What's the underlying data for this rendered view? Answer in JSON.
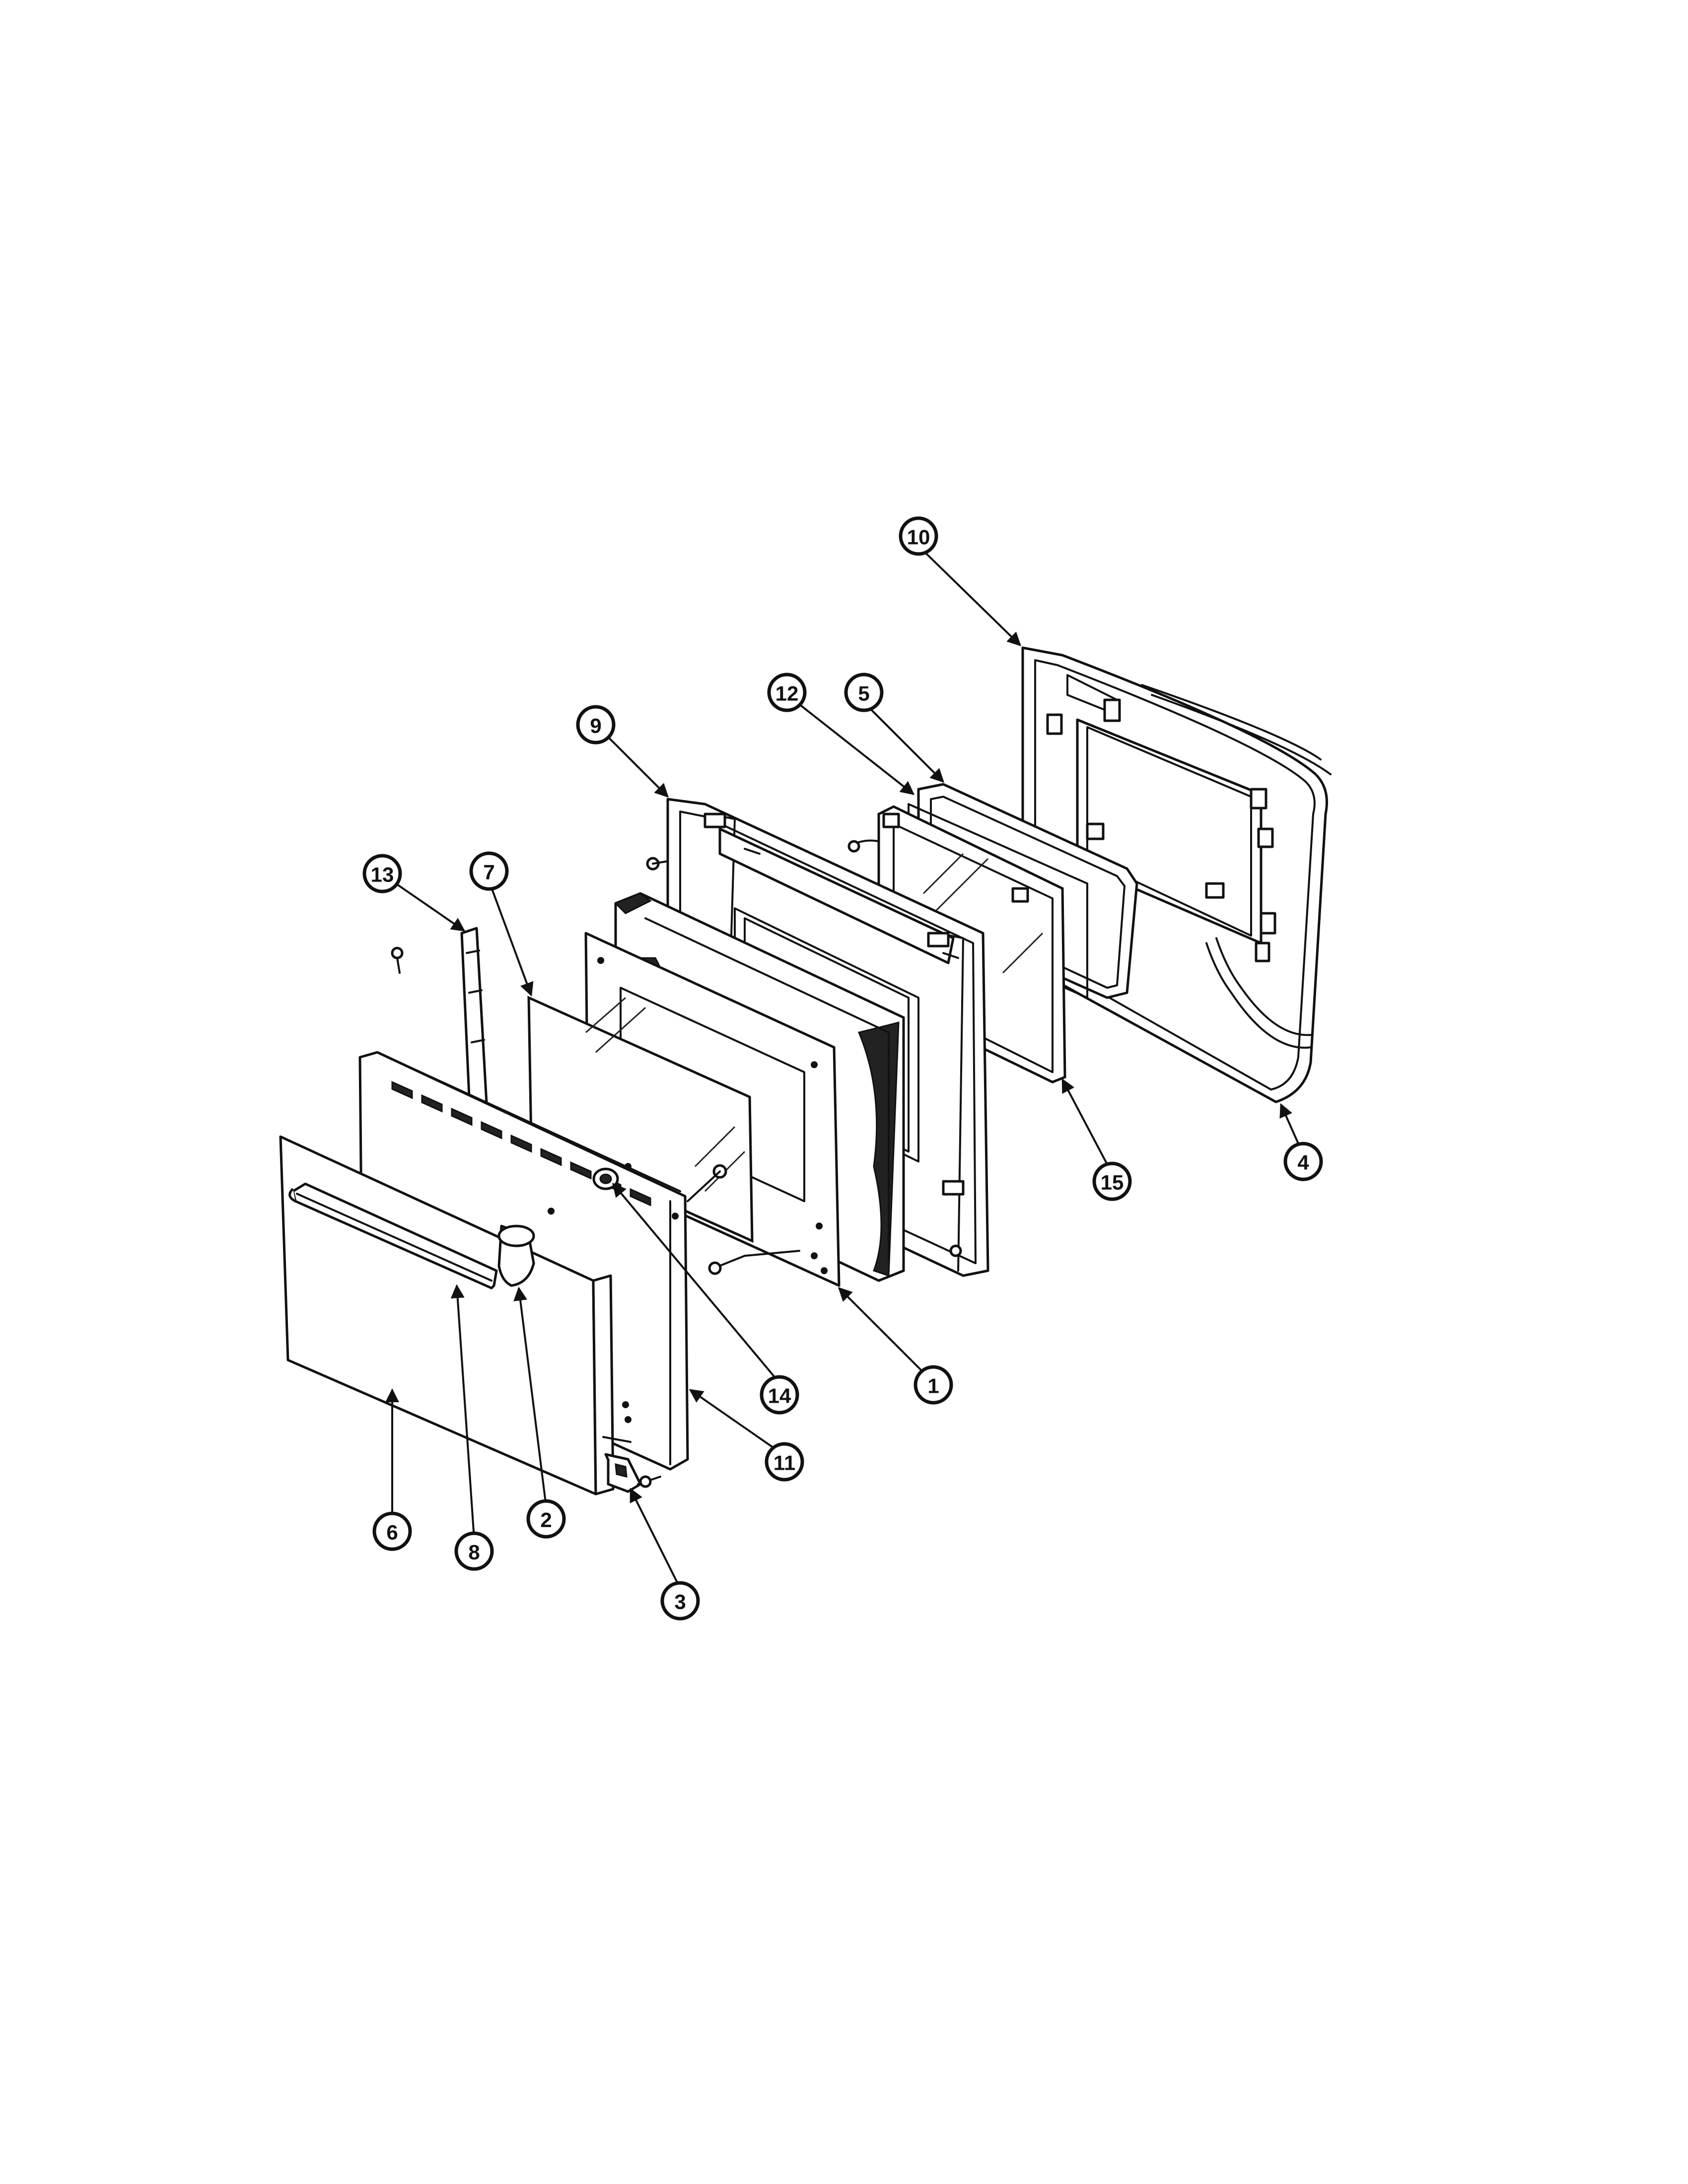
{
  "colors": {
    "ink": "#111111",
    "paper": "#ffffff"
  },
  "callouts": [
    {
      "id": "1",
      "label": "1"
    },
    {
      "id": "2",
      "label": "2"
    },
    {
      "id": "3",
      "label": "3"
    },
    {
      "id": "4",
      "label": "4"
    },
    {
      "id": "5",
      "label": "5"
    },
    {
      "id": "6",
      "label": "6"
    },
    {
      "id": "7",
      "label": "7"
    },
    {
      "id": "8",
      "label": "8"
    },
    {
      "id": "9",
      "label": "9"
    },
    {
      "id": "10",
      "label": "10"
    },
    {
      "id": "11",
      "label": "11"
    },
    {
      "id": "12",
      "label": "12"
    },
    {
      "id": "13",
      "label": "13"
    },
    {
      "id": "14",
      "label": "14"
    },
    {
      "id": "15",
      "label": "15"
    }
  ]
}
